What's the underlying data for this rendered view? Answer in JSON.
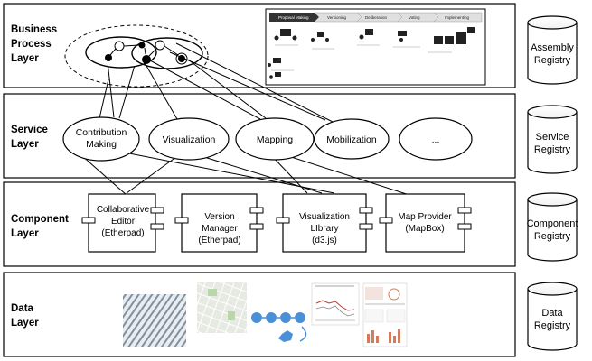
{
  "layers": [
    {
      "id": "business",
      "title_line1": "Business",
      "title_line2": "Process",
      "title_line3": "Layer"
    },
    {
      "id": "service",
      "title_line1": "Service",
      "title_line2": "Layer"
    },
    {
      "id": "component",
      "title_line1": "Component",
      "title_line2": "Layer"
    },
    {
      "id": "data",
      "title_line1": "Data",
      "title_line2": "Layer"
    }
  ],
  "registries": [
    {
      "line1": "Assembly",
      "line2": "Registry"
    },
    {
      "line1": "Service",
      "line2": "Registry"
    },
    {
      "line1": "Component",
      "line2": "Registry"
    },
    {
      "line1": "Data",
      "line2": "Registry"
    }
  ],
  "services": [
    {
      "line1": "Contribution",
      "line2": "Making"
    },
    {
      "line1": "Visualization",
      "line2": ""
    },
    {
      "line1": "Mapping",
      "line2": ""
    },
    {
      "line1": "Mobilization",
      "line2": ""
    },
    {
      "line1": "...",
      "line2": ""
    }
  ],
  "components": [
    {
      "line1": "Collaborative",
      "line2": "Editor",
      "line3": "(Etherpad)"
    },
    {
      "line1": "Version",
      "line2": "Manager",
      "line3": "(Etherpad)"
    },
    {
      "line1": "Visualization",
      "line2": "LIbrary",
      "line3": "(d3.js)"
    },
    {
      "line1": "Map Provider",
      "line2": "(MapBox)",
      "line3": ""
    }
  ],
  "process_stages": [
    "Proposal Making",
    "Versioning",
    "Deliberation",
    "Voting",
    "Implementing"
  ],
  "colors": {
    "stroke": "#000000",
    "arrow_dark": "#222222",
    "blue": "#4a90d9",
    "map": "#d8dcd4"
  }
}
